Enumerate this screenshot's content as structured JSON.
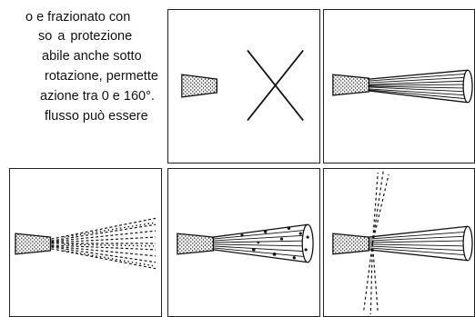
{
  "description_lines": [
    "o e frazionato con",
    "so   a   protezione",
    "abile  anche  sotto",
    "rotazione, permette",
    "azione tra 0  e 160°.",
    "flusso  può  essere"
  ],
  "panels": [
    {
      "icon": "nozzle-crossed-out-icon"
    },
    {
      "icon": "nozzle-full-jet-icon"
    },
    {
      "icon": "nozzle-fine-spray-icon"
    },
    {
      "icon": "nozzle-jet-with-droplets-icon"
    },
    {
      "icon": "nozzle-jet-with-protection-fan-icon"
    }
  ]
}
